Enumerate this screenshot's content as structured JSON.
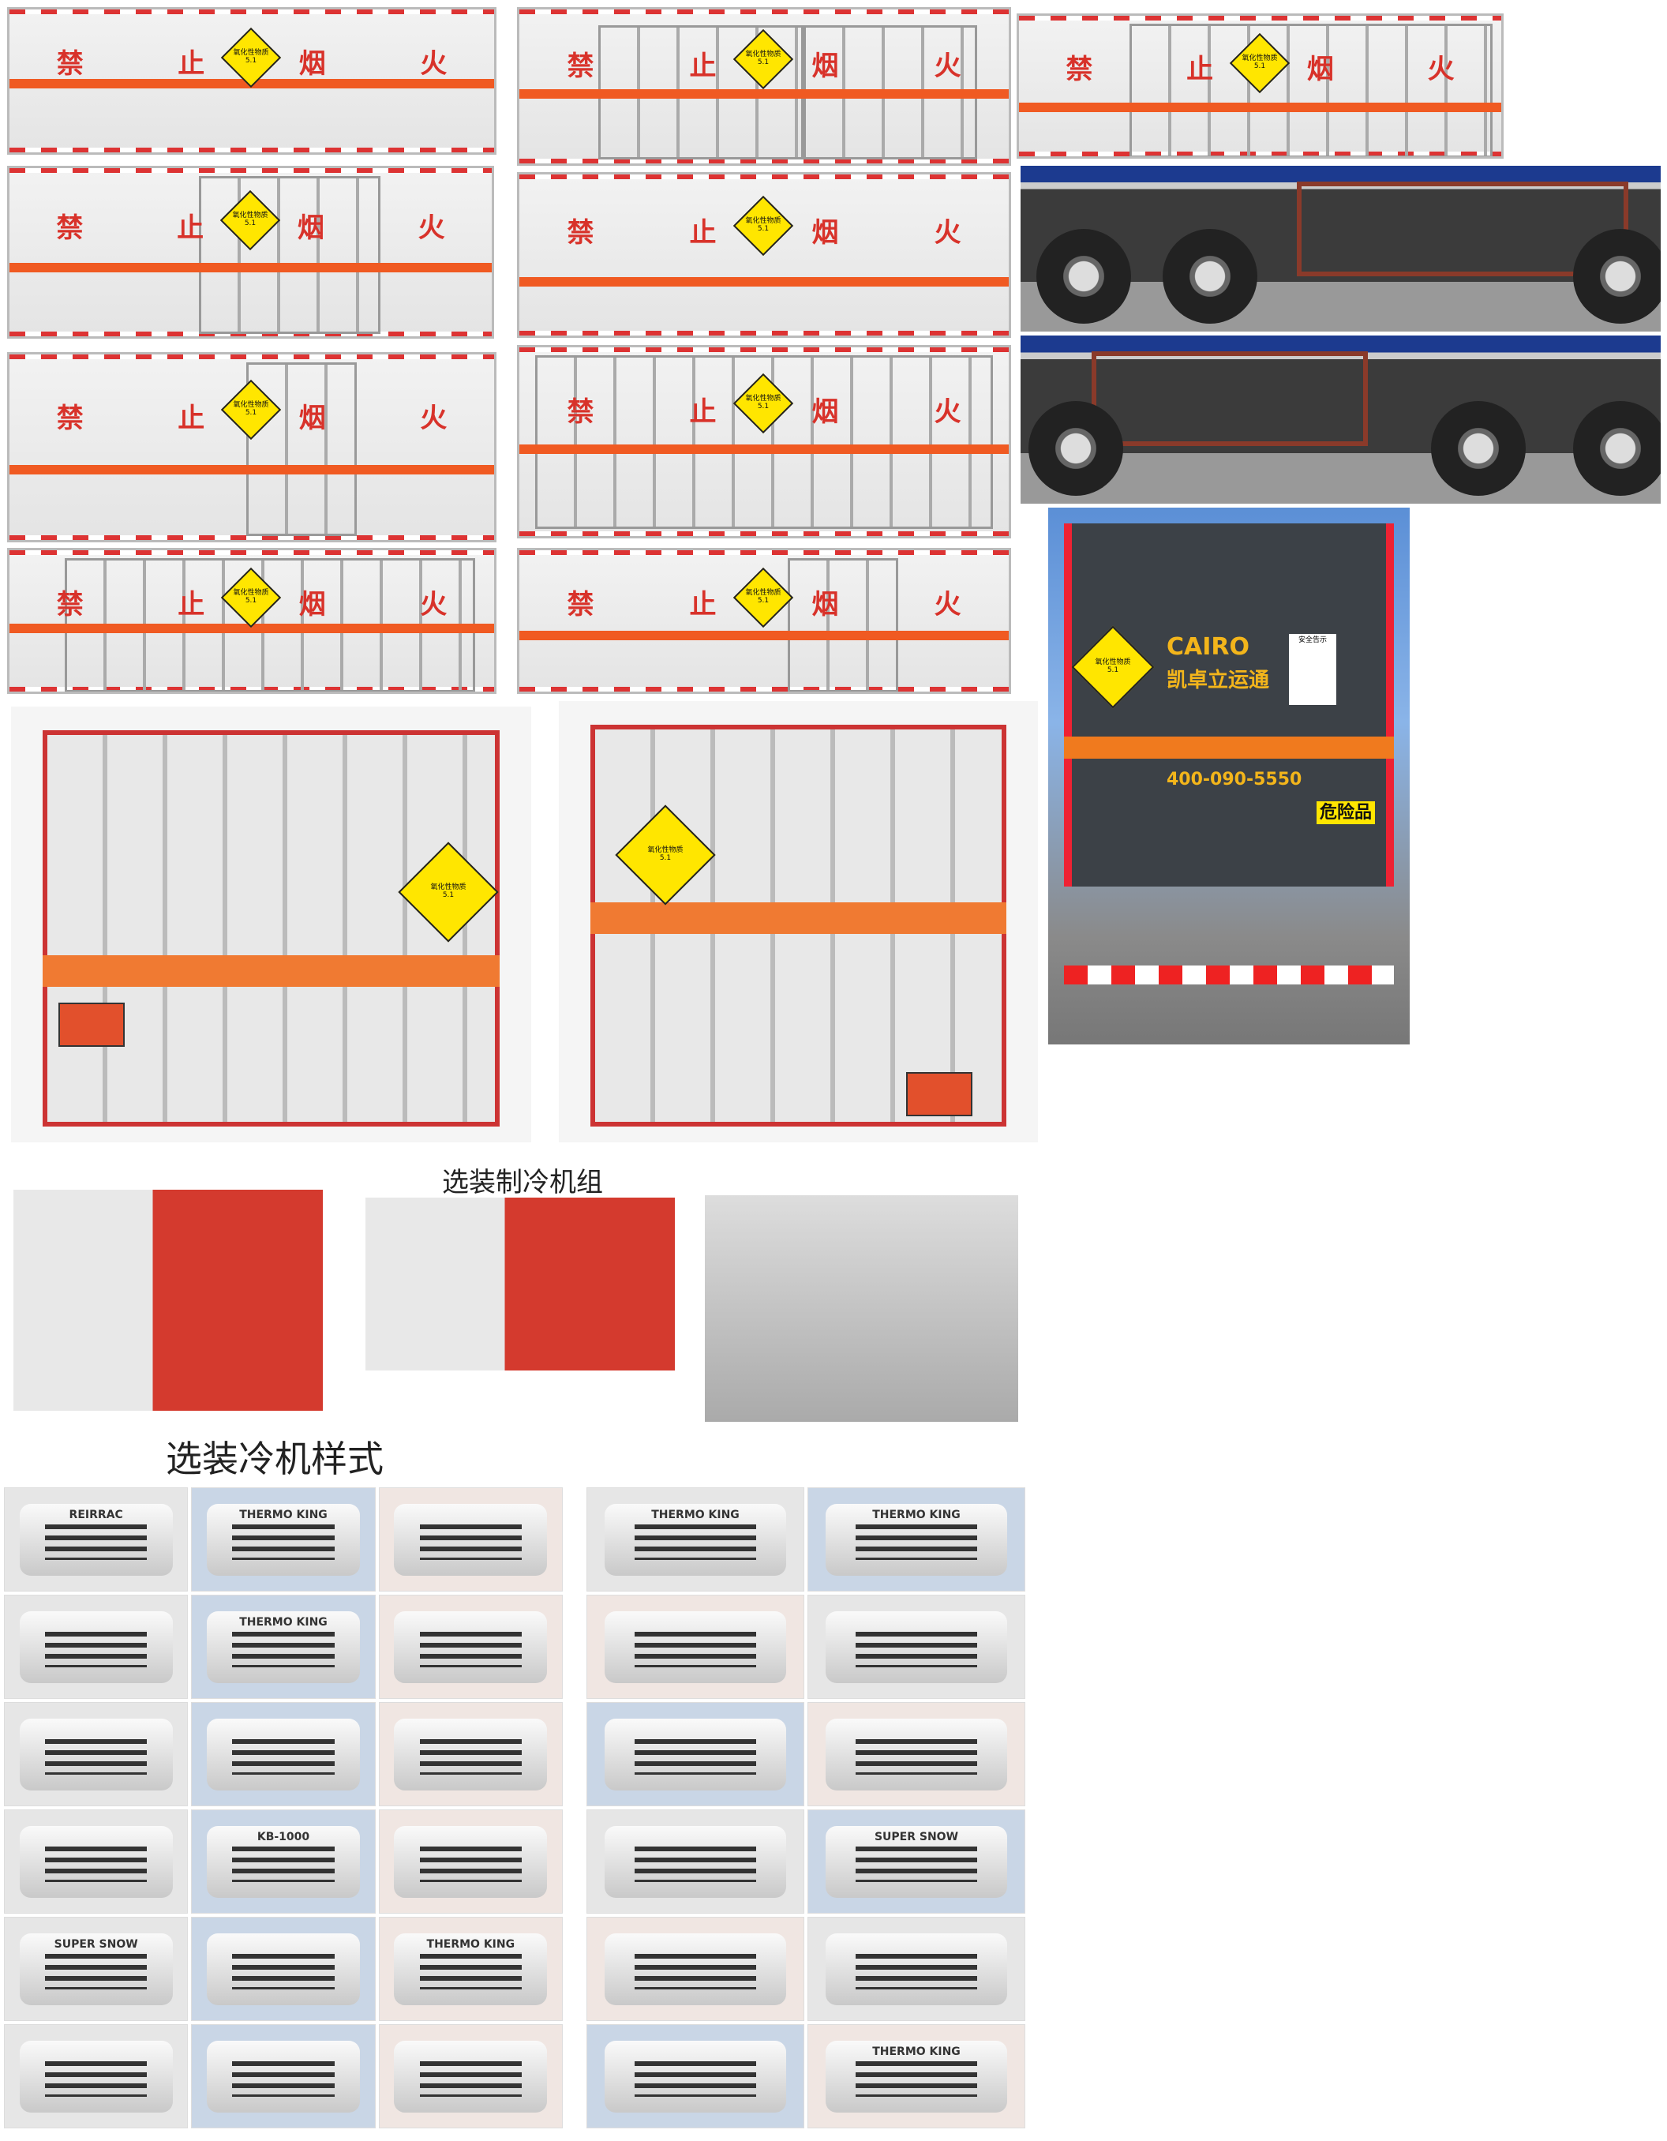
{
  "box_sign_chars": [
    "禁",
    "止",
    "烟",
    "火"
  ],
  "hazard_label": {
    "text": "氧化性物质",
    "class": "5.1",
    "color": "#ffe600"
  },
  "colors": {
    "stripe": "#f05a22",
    "sign_text": "#d8322a",
    "chassis_frame": "#1c3a8f"
  },
  "rear_truck": {
    "brand_logo": "CAIRO",
    "company": "凯卓立运通",
    "phone": "400-090-5550",
    "danger_label": "危险品",
    "notice_title": "安全告示"
  },
  "captions": {
    "refrigeration_unit": "选装制冷机组",
    "unit_styles": "选装冷机样式"
  },
  "reefer_units_left": [
    "REIRRAC",
    "THERMO KING",
    "",
    "",
    "THERMO KING",
    "",
    "",
    "",
    "",
    "",
    "KB-1000",
    "",
    "SUPER SNOW",
    "",
    "THERMO KING",
    "",
    "",
    ""
  ],
  "reefer_units_right": [
    "THERMO KING",
    "THERMO KING",
    "",
    "",
    "",
    "",
    "",
    "SUPER SNOW",
    "",
    "",
    "",
    "THERMO KING"
  ]
}
